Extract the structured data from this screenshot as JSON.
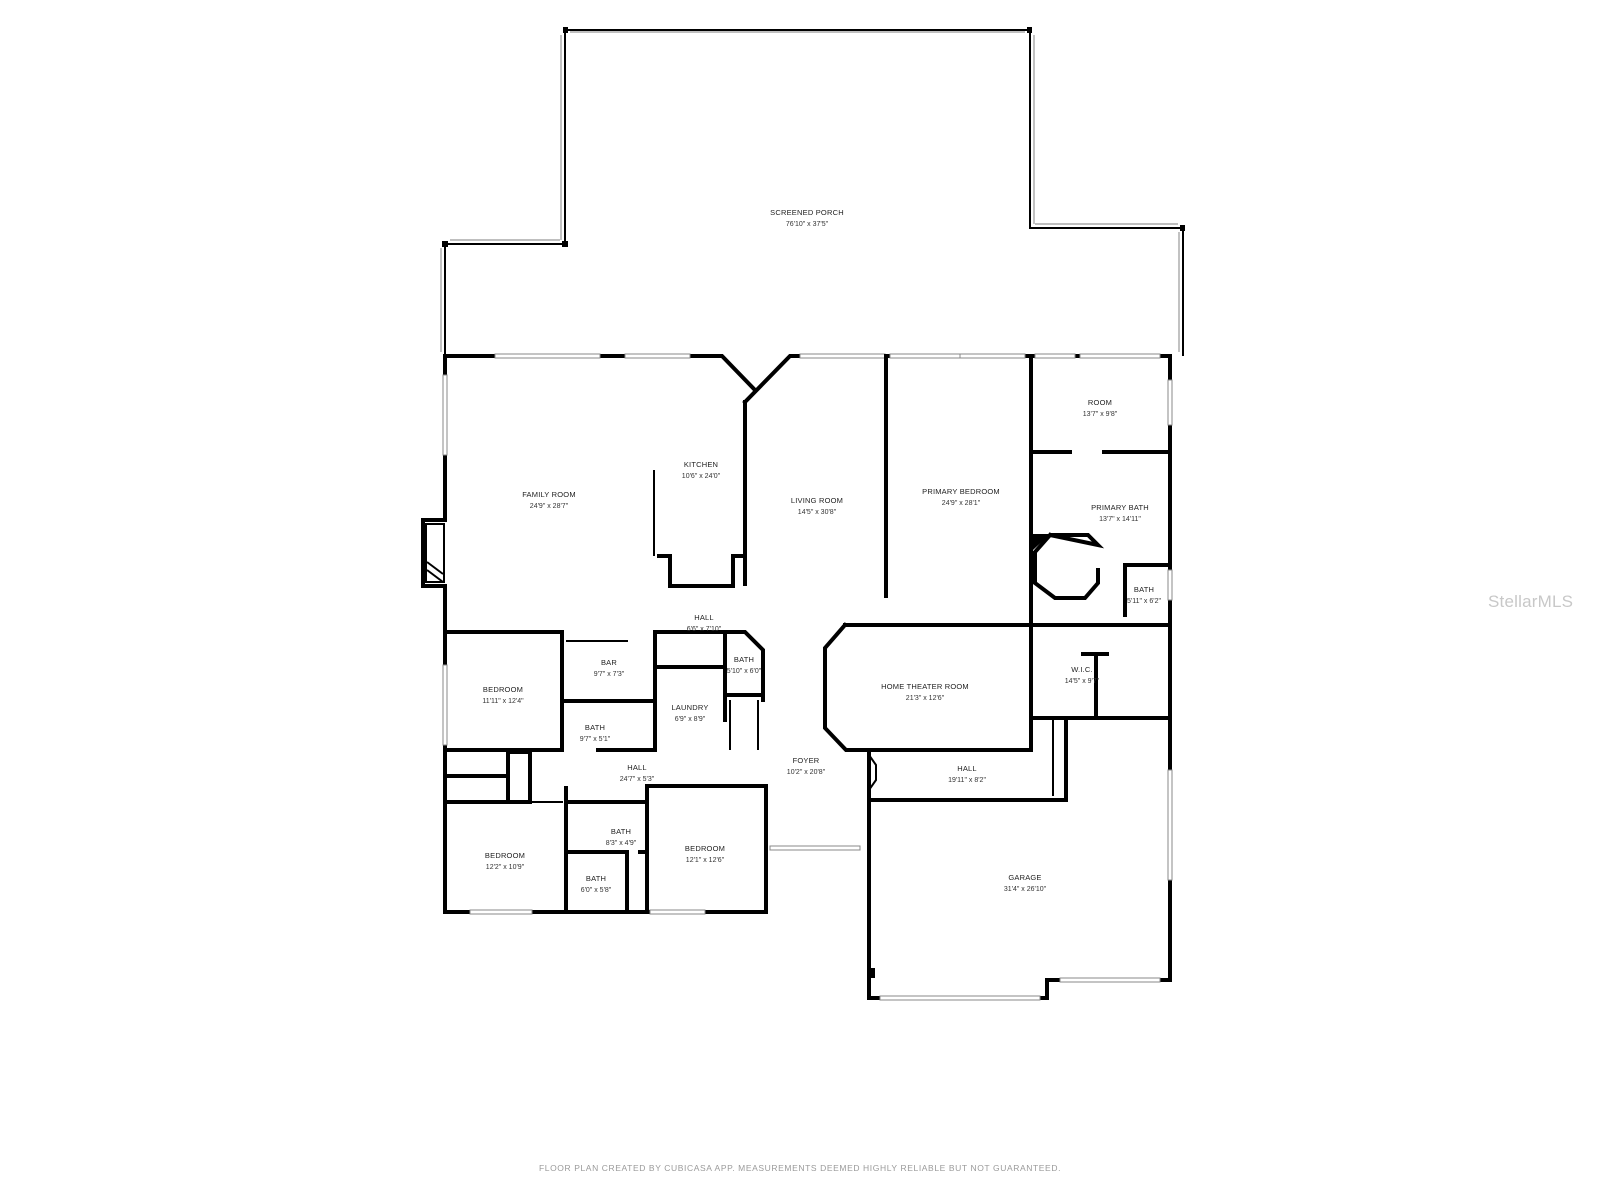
{
  "rooms": [
    {
      "id": "screened-porch",
      "name": "SCREENED PORCH",
      "dim": "76'10\" x 37'5\""
    },
    {
      "id": "family-room",
      "name": "FAMILY ROOM",
      "dim": "24'9\" x 28'7\""
    },
    {
      "id": "kitchen",
      "name": "KITCHEN",
      "dim": "10'6\" x 24'0\""
    },
    {
      "id": "living-room",
      "name": "LIVING ROOM",
      "dim": "14'5\" x 30'8\""
    },
    {
      "id": "primary-bedroom",
      "name": "PRIMARY BEDROOM",
      "dim": "24'9\" x 28'1\""
    },
    {
      "id": "room",
      "name": "ROOM",
      "dim": "13'7\" x 9'8\""
    },
    {
      "id": "primary-bath",
      "name": "PRIMARY BATH",
      "dim": "13'7\" x 14'11\""
    },
    {
      "id": "bath-primary-wc",
      "name": "BATH",
      "dim": "5'11\" x 6'2\""
    },
    {
      "id": "hall-kitchen",
      "name": "HALL",
      "dim": "6'6\" x 7'10\""
    },
    {
      "id": "bar",
      "name": "BAR",
      "dim": "9'7\" x 7'3\""
    },
    {
      "id": "bath-laundry",
      "name": "BATH",
      "dim": "5'10\" x 6'0\""
    },
    {
      "id": "laundry",
      "name": "LAUNDRY",
      "dim": "6'9\" x 8'9\""
    },
    {
      "id": "bedroom-1",
      "name": "BEDROOM",
      "dim": "11'11\" x 12'4\""
    },
    {
      "id": "bath-bar",
      "name": "BATH",
      "dim": "9'7\" x 5'1\""
    },
    {
      "id": "home-theater",
      "name": "HOME THEATER ROOM",
      "dim": "21'3\" x 12'6\""
    },
    {
      "id": "wic",
      "name": "W.I.C.",
      "dim": "14'5\" x 9'7\""
    },
    {
      "id": "hall-west",
      "name": "HALL",
      "dim": "24'7\" x 5'3\""
    },
    {
      "id": "foyer",
      "name": "FOYER",
      "dim": "10'2\" x 20'8\""
    },
    {
      "id": "hall-east",
      "name": "HALL",
      "dim": "19'11\" x 8'2\""
    },
    {
      "id": "bath-center",
      "name": "BATH",
      "dim": "8'3\" x 4'9\""
    },
    {
      "id": "bedroom-2",
      "name": "BEDROOM",
      "dim": "12'2\" x 10'9\""
    },
    {
      "id": "bedroom-3",
      "name": "BEDROOM",
      "dim": "12'1\" x 12'6\""
    },
    {
      "id": "bath-small",
      "name": "BATH",
      "dim": "6'0\" x 5'8\""
    },
    {
      "id": "garage",
      "name": "GARAGE",
      "dim": "31'4\" x 26'10\""
    }
  ],
  "footer": "FLOOR PLAN CREATED BY CUBICASA APP. MEASUREMENTS DEEMED HIGHLY RELIABLE BUT NOT GUARANTEED.",
  "watermark": "StellarMLS"
}
